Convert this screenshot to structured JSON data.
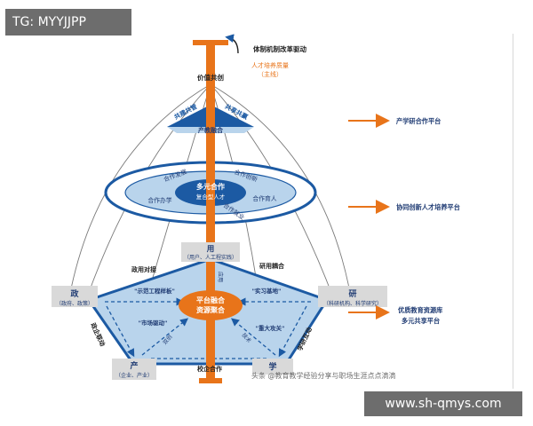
{
  "badges": {
    "top_left": "TG: MYYJJPP",
    "bottom_right": "www.sh-qmys.com"
  },
  "colors": {
    "orange": "#e8741a",
    "blue": "#1c5aa3",
    "light_blue": "#b9d4ec",
    "navy": "#1f3b73",
    "gray_box": "#d9d9d9"
  },
  "diagram": {
    "top_note": "体制机制改革驱动",
    "talent_main": "人才培养质量",
    "talent_sub": "（主线）",
    "value": "价值共创",
    "cone_left": "共建共管",
    "cone_right": "共享共赢",
    "integration": "产教融合",
    "ring_center_top": "多元合作",
    "ring_center_bottom": "复合型人才",
    "ring_items": [
      "合作发展",
      "合作创新",
      "合作办学",
      "合作育人",
      "合作就业"
    ],
    "use_box_title": "用",
    "use_box_sub": "（用户、人工程实践）",
    "gov_title": "政",
    "gov_sub": "（政府、政策）",
    "research_title": "研",
    "research_sub": "（科研机构、科学研究）",
    "industry_title": "产",
    "industry_sub": "（企业、产业）",
    "school_title": "学",
    "left_link": "政用对接",
    "right_link": "研用耦合",
    "left_bottom_link": "政企联动",
    "right_bottom_link": "学研互动",
    "bottom_link": "校企合作",
    "center_top": "平台融合",
    "center_bottom": "资源聚合",
    "pent_items": [
      "\"示范工程样板\"",
      "\"实习基地\"",
      "\"市场驱动\"",
      "\"重大攻关\""
    ],
    "pent_vert_left": "双创",
    "pent_vert_right": "技术",
    "pole_vert": "应用",
    "watermark": "头条 @教育教学经验分享与职场生涯点点滴滴"
  },
  "legend": [
    "产学研合作平台",
    "协同创新人才培养平台",
    "优质教育资源库",
    "多元共享平台"
  ]
}
